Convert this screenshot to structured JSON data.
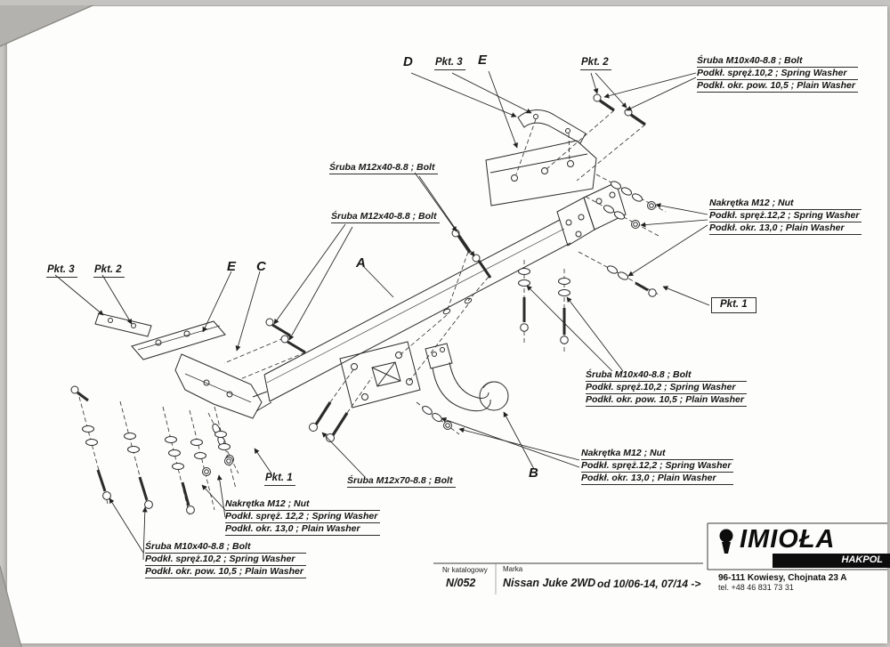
{
  "letters": {
    "a": "A",
    "b": "B",
    "c": "C",
    "d": "D",
    "e_top": "E",
    "e_left": "E"
  },
  "points": {
    "pkt1_right": "Pkt. 1",
    "pkt1_left": "Pkt. 1",
    "pkt2_top": "Pkt. 2",
    "pkt2_left": "Pkt. 2",
    "pkt3_top": "Pkt. 3",
    "pkt3_left": "Pkt. 3"
  },
  "bolt_labels": {
    "m12x40_upper": "Śruba M12x40-8.8 ;  Bolt",
    "m12x40_lower": "Śruba M12x40-8.8 ;  Bolt",
    "m12x70": "Śruba M12x70-8.8 ;  Bolt"
  },
  "blocks": {
    "top_right": [
      "Śruba M10x40-8.8 ;  Bolt",
      "Podkł. spręż.10,2 ; Spring Washer",
      "Podkł. okr. pow. 10,5 ; Plain Washer"
    ],
    "right_nut": [
      "Nakrętka  M12 ; Nut",
      "Podkł. spręż.12,2 ; Spring Washer",
      "Podkł. okr. 13,0 ; Plain Washer"
    ],
    "mid_right_bolt": [
      "Śruba M10x40-8.8 ;  Bolt",
      "Podkł. spręż.10,2 ; Spring Washer",
      "Podkł. okr. pow. 10,5 ; Plain Washer"
    ],
    "lower_right_nut": [
      "Nakrętka  M12 ; Nut",
      "Podkł. spręż.12,2 ; Spring Washer",
      "Podkł. okr. 13,0 ; Plain Washer"
    ],
    "bottom_left_nut": [
      "Nakrętka  M12 ; Nut",
      "Podkł. spręż. 12,2 ; Spring Washer",
      "Podkł. okr. 13,0 ; Plain Washer"
    ],
    "bottom_left_bolt": [
      "Śruba M10x40-8.8 ;  Bolt",
      "Podkł. spręż.10,2 ; Spring Washer",
      "Podkł. okr. pow. 10,5 ; Plain Washer"
    ]
  },
  "title_block": {
    "catalog_label": "Nr katalogowy",
    "catalog_value": "N/052",
    "brand_label": "Marka",
    "brand_value": "Nissan Juke 2WD",
    "dates": "od 10/06-14, 07/14 ->"
  },
  "company": {
    "name": "IMIOŁA",
    "brand_bar": "HAKPOL",
    "address": "96-111 Kowiesy, Chojnata 23 A",
    "phone": "tel. +48 46 831 73 31"
  }
}
